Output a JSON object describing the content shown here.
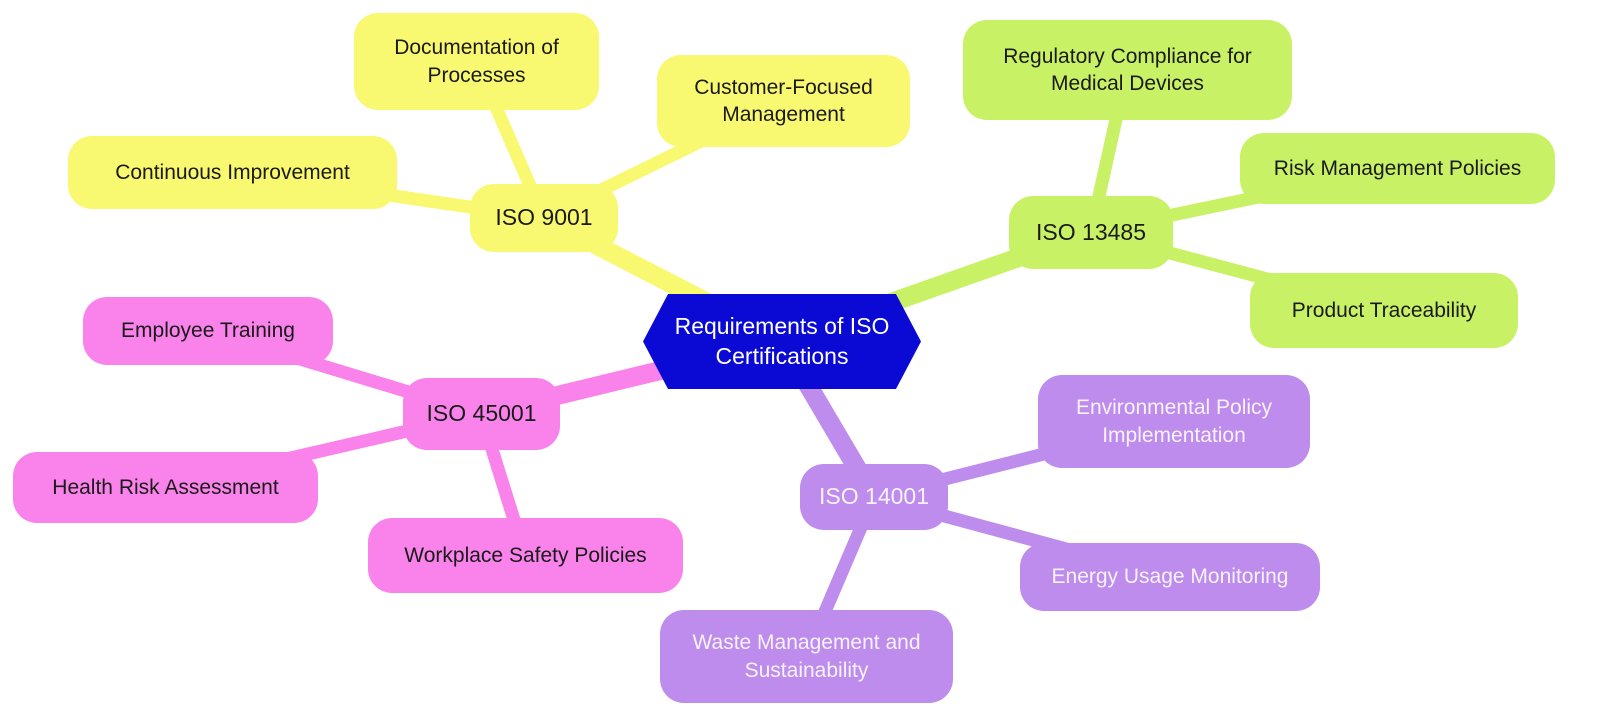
{
  "mindmap": {
    "root": {
      "label": "Requirements of ISO Certifications",
      "shape": "hexagon",
      "color": "#0A0AD4",
      "text_color": "#FFFFFF"
    },
    "branches": [
      {
        "label": "ISO 9001",
        "color": "#F9F871",
        "text_color": "#1A1A1A",
        "children": [
          {
            "label": "Documentation of Processes"
          },
          {
            "label": "Customer-Focused Management"
          },
          {
            "label": "Continuous Improvement"
          }
        ]
      },
      {
        "label": "ISO 13485",
        "color": "#C9F166",
        "text_color": "#1A1A1A",
        "children": [
          {
            "label": "Regulatory Compliance for Medical Devices"
          },
          {
            "label": "Risk Management Policies"
          },
          {
            "label": "Product Traceability"
          }
        ]
      },
      {
        "label": "ISO 45001",
        "color": "#F983EA",
        "text_color": "#1A1A1A",
        "children": [
          {
            "label": "Employee Training"
          },
          {
            "label": "Health Risk Assessment"
          },
          {
            "label": "Workplace Safety Policies"
          }
        ]
      },
      {
        "label": "ISO 14001",
        "color": "#BD8CEC",
        "text_color": "#F7F2FB",
        "children": [
          {
            "label": "Environmental Policy Implementation"
          },
          {
            "label": "Energy Usage Monitoring"
          },
          {
            "label": "Waste Management and Sustainability"
          }
        ]
      }
    ]
  }
}
